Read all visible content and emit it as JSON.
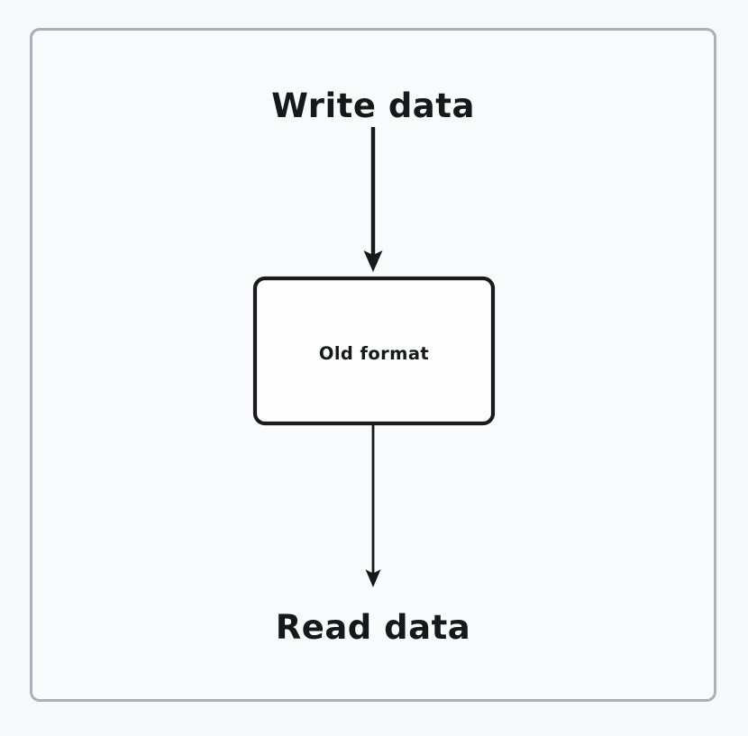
{
  "diagram": {
    "type": "flowchart",
    "orientation": "top-to-bottom",
    "title": "",
    "canvas": {
      "background_color": "#f7f8fa",
      "frame_fill_color": "#f9fafc",
      "frame_border_color": "#a8b0bd"
    },
    "style": {
      "stroke_color": "#17181a",
      "node_border_color": "#1b1b1d",
      "node_fill_color": "#fdfdfe",
      "text_color": "#17181a"
    },
    "endpoints": [
      {
        "id": "write-data",
        "label": "Write data",
        "role": "source",
        "position": "top"
      },
      {
        "id": "read-data",
        "label": "Read data",
        "role": "sink",
        "position": "bottom"
      }
    ],
    "nodes": [
      {
        "id": "old-format",
        "label": "Old format",
        "shape": "rounded-rectangle"
      }
    ],
    "edges": [
      {
        "id": "write-to-old-format",
        "from": "write-data",
        "to": "old-format",
        "label": "",
        "direction": "down",
        "weight": "thick"
      },
      {
        "id": "old-format-to-read",
        "from": "old-format",
        "to": "read-data",
        "label": "",
        "direction": "down",
        "weight": "thin"
      }
    ]
  }
}
